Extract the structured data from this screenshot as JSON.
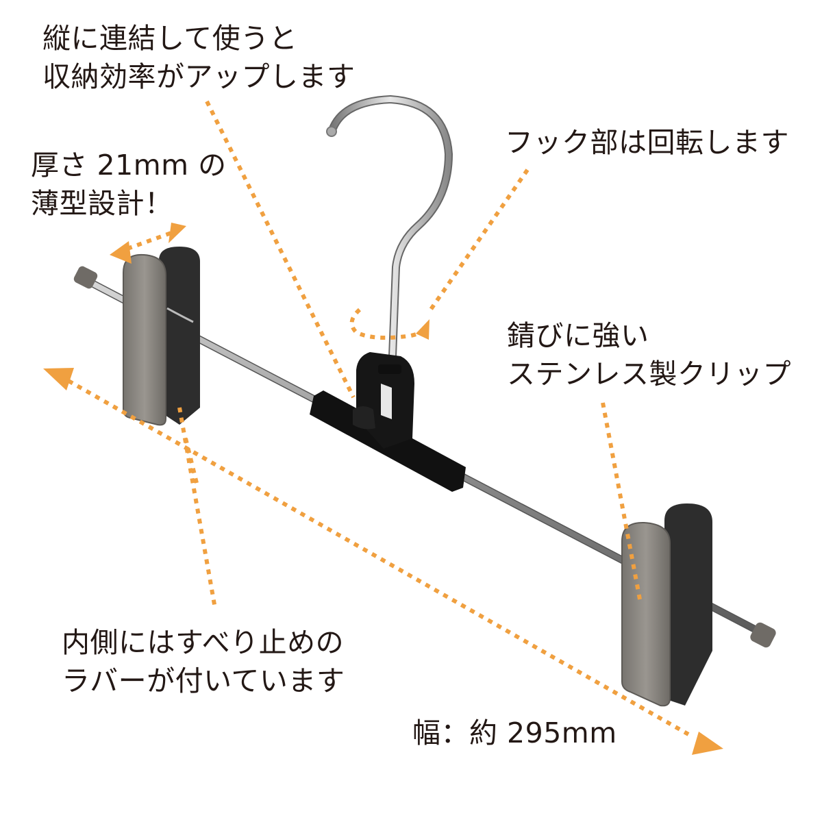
{
  "colors": {
    "accent_orange": "#F0A040",
    "text": "#231815",
    "background": "#FFFFFF",
    "clip_metal": "#8A8782",
    "clip_dark": "#3A3A3A",
    "rod": "#A8A8A8",
    "plastic_body": "#111111"
  },
  "callouts": {
    "stacking": {
      "lines": [
        "縦に連結して使うと",
        "収納効率がアップします"
      ]
    },
    "thickness": {
      "lines": [
        "厚さ 21mm の",
        "薄型設計！"
      ]
    },
    "hook": {
      "lines": [
        "フック部は回転します"
      ]
    },
    "clip": {
      "lines": [
        "錆びに強い",
        "ステンレス製クリップ"
      ]
    },
    "rubber": {
      "lines": [
        "内側にはすべり止めの",
        "ラバーが付いています"
      ]
    },
    "width": {
      "lines": [
        "幅：約 295mm"
      ]
    }
  },
  "icons": {
    "hanger": "pants-clip-hanger-illustration",
    "width_arrow": "double-headed-dotted-arrow",
    "thickness_arrow": "double-headed-dotted-arrow",
    "rotation_arrow": "circular-dotted-arrow"
  }
}
